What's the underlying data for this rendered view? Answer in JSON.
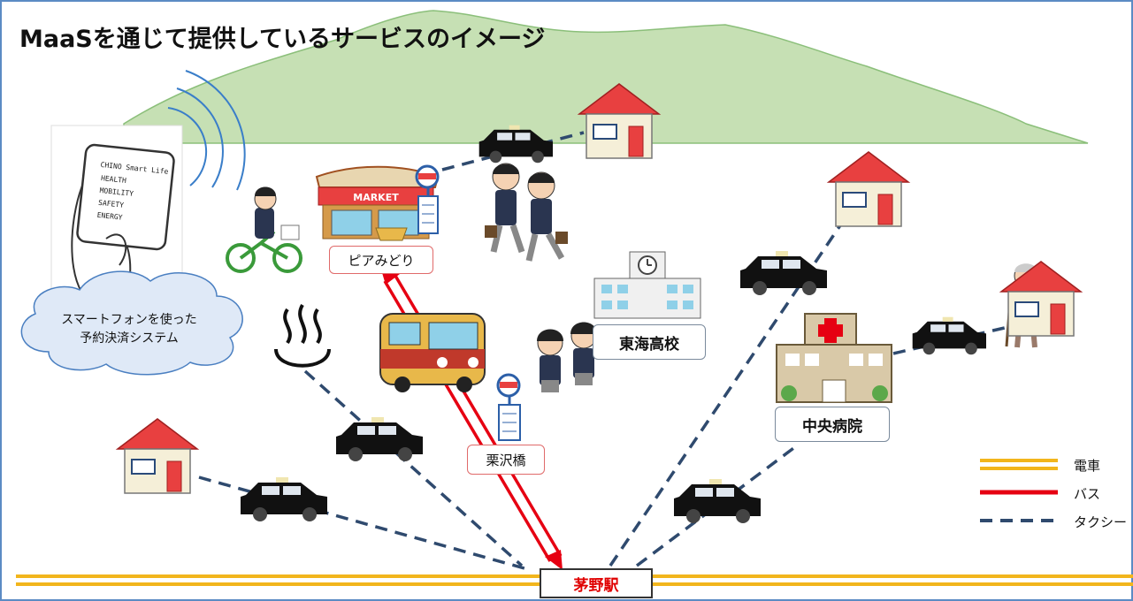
{
  "title": "MaaSを通じて提供しているサービスのイメージ",
  "places": {
    "piamidori": "ピアみどり",
    "tokai_high": "東海高校",
    "chuo_hospital": "中央病院",
    "kurisawabashi": "栗沢橋",
    "chino_station": "茅野駅"
  },
  "cloud": {
    "line1": "スマートフォンを使った",
    "line2": "予約決済システム"
  },
  "phone_screen": {
    "header": "CHINO Smart Life",
    "items": [
      "HEALTH",
      "MOBILITY",
      "SAFETY",
      "ENERGY"
    ]
  },
  "store_sign": "MARKET",
  "legend": [
    {
      "label": "電車",
      "style": "double-line",
      "color": "#f2b51c"
    },
    {
      "label": "バス",
      "style": "solid",
      "color": "#e60012"
    },
    {
      "label": "タクシー",
      "style": "dashed",
      "color": "#2f4a6e"
    }
  ],
  "colors": {
    "mountain": "#c6e0b4",
    "rail": "#f2b51c",
    "bus_route": "#e60012",
    "taxi_route": "#2f4a6e",
    "roof": "#e84040"
  }
}
